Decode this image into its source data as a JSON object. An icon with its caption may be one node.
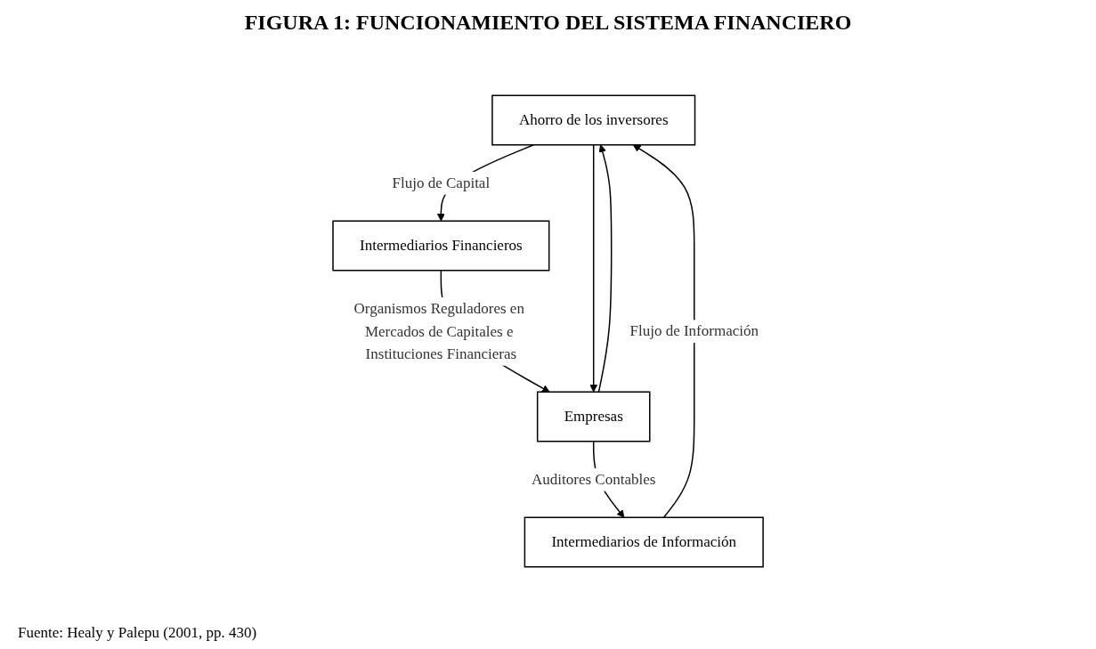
{
  "diagram": {
    "title": "FIGURA 1: FUNCIONAMIENTO DEL SISTEMA FINANCIERO",
    "caption": "Fuente: Healy y Palepu (2001, pp. 430)",
    "nodes": [
      {
        "text": [
          "Ahorro de los inversores"
        ]
      },
      {
        "text": [
          "Intermediarios Financieros"
        ]
      },
      {
        "text": [
          "Intermediarios de Información"
        ]
      },
      {
        "text": [
          "Empresas"
        ]
      }
    ],
    "edges": [
      {
        "from": 0,
        "to": 1,
        "arrow": "to",
        "label": "Flujo de Capital"
      },
      {
        "from": 1,
        "to": 3,
        "arrow": "to",
        "label": "Organismos Reguladores en Mercados de Capitales e Instituciones Financieras"
      },
      {
        "from": 3,
        "to": 2,
        "arrow": "to",
        "label": "Auditores Contables"
      },
      {
        "from": 2,
        "to": 0,
        "arrow": "to",
        "label": "Flujo de Información"
      },
      {
        "from": 0,
        "to": 3,
        "arrow": "to"
      },
      {
        "from": 3,
        "to": 0,
        "arrow": "to"
      }
    ]
  }
}
